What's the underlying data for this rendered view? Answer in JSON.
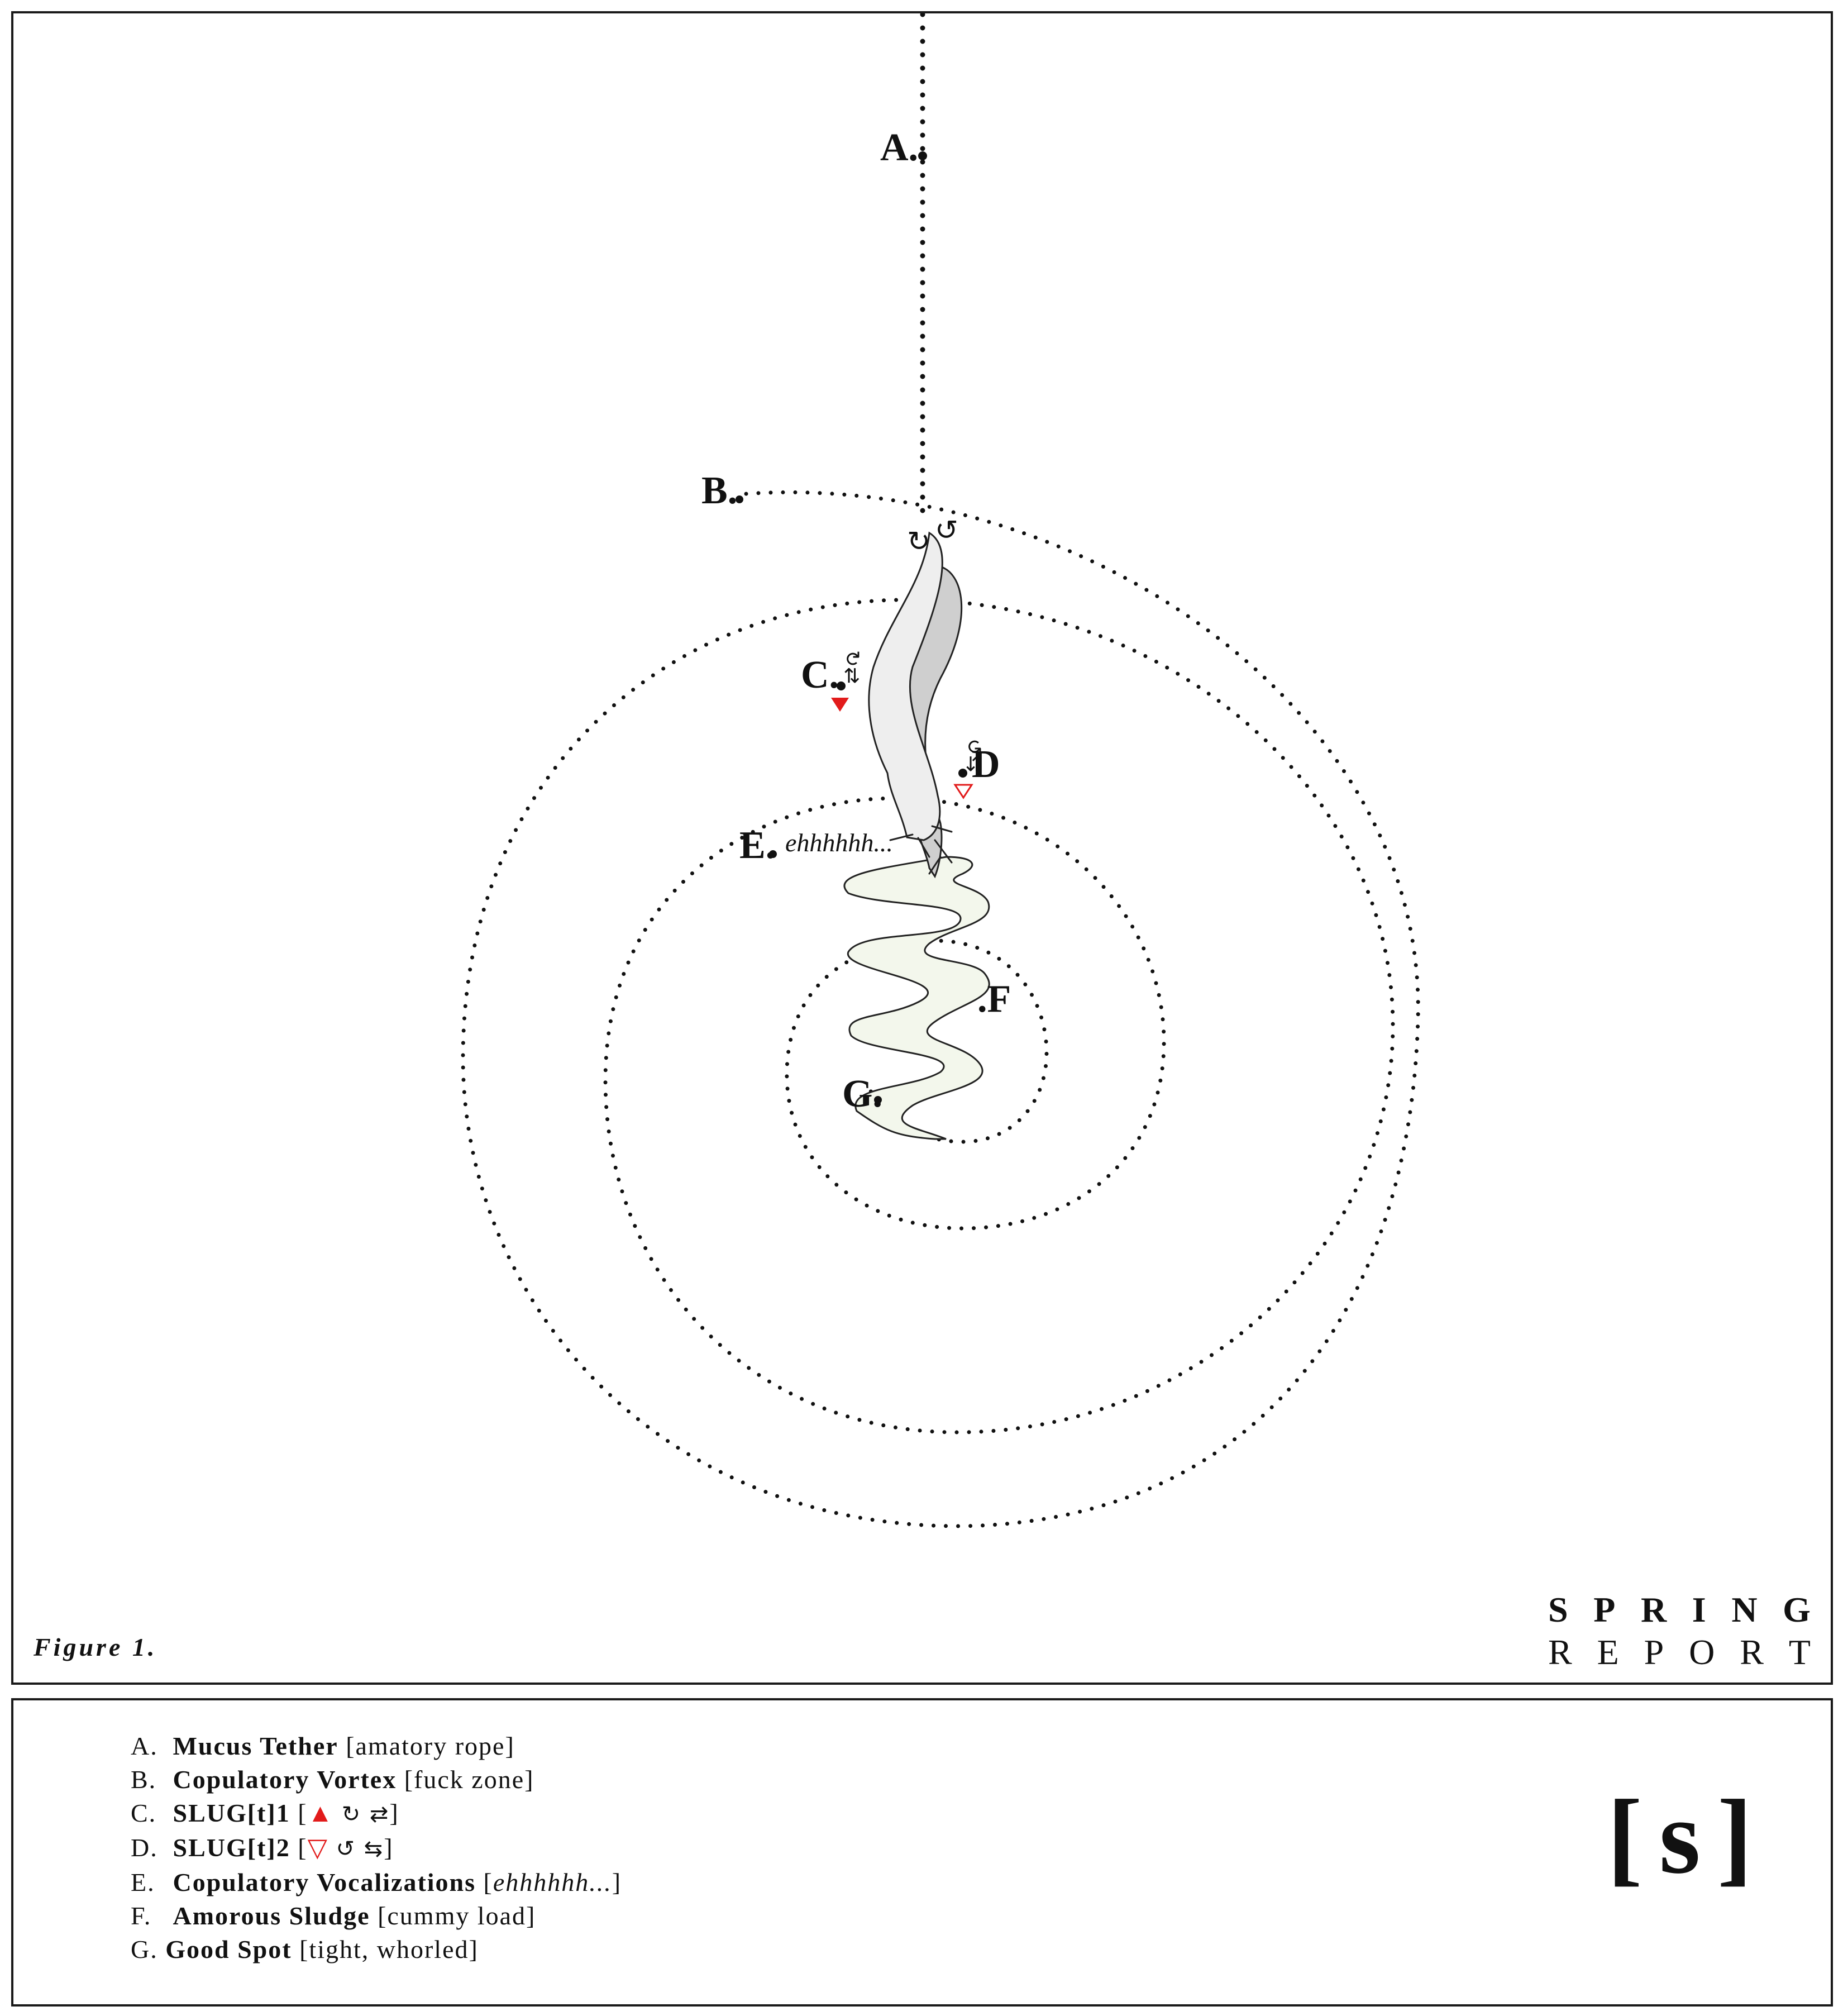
{
  "figure": {
    "labels": {
      "a": "A.",
      "b": "B.",
      "c": "C.",
      "d": "D",
      "e": "E.",
      "e_voice": "ehhhhhh...",
      "f": ".F",
      "g": "G."
    },
    "caption": "Figure 1.",
    "brand_top": [
      "S",
      "P",
      "R",
      "I",
      "N",
      "G"
    ],
    "brand_bottom": [
      "R",
      "E",
      "P",
      "O",
      "R",
      "T"
    ]
  },
  "legend": {
    "items": [
      {
        "key": "A.",
        "name": "Mucus Tether",
        "desc": "[amatory rope]"
      },
      {
        "key": "B.",
        "name": "Copulatory Vortex",
        "desc": "[fuck zone]"
      },
      {
        "key": "C.",
        "name": "SLUG[t]1",
        "desc_open": "[",
        "desc_symbol": "▲",
        "desc_arrows": "↻ ⇄",
        "desc_close": "]"
      },
      {
        "key": "D.",
        "name": "SLUG[t]2",
        "desc_open": "[",
        "desc_symbol": "▽",
        "desc_arrows": "↺ ⇆",
        "desc_close": "]"
      },
      {
        "key": "E.",
        "name": "Copulatory Vocalizations",
        "desc_open": "[",
        "desc_italic": "ehhhhhh...",
        "desc_close": "]"
      },
      {
        "key": "F.",
        "name": "Amorous Sludge",
        "desc": "[cummy load]"
      },
      {
        "key": "G.",
        "name": "Good Spot",
        "desc": "[tight, whorled]"
      }
    ],
    "logo": "[s]"
  },
  "colors": {
    "ink": "#111111",
    "accent_red": "#e21b1b",
    "slug_light": "#eeeeee",
    "slug_dark": "#cfcfcf",
    "sludge": "#f3f7ec"
  },
  "icons": [
    "rotate-cw-icon",
    "rotate-ccw-icon",
    "swap-arrows-icon",
    "filled-triangle-icon",
    "outline-triangle-icon"
  ]
}
